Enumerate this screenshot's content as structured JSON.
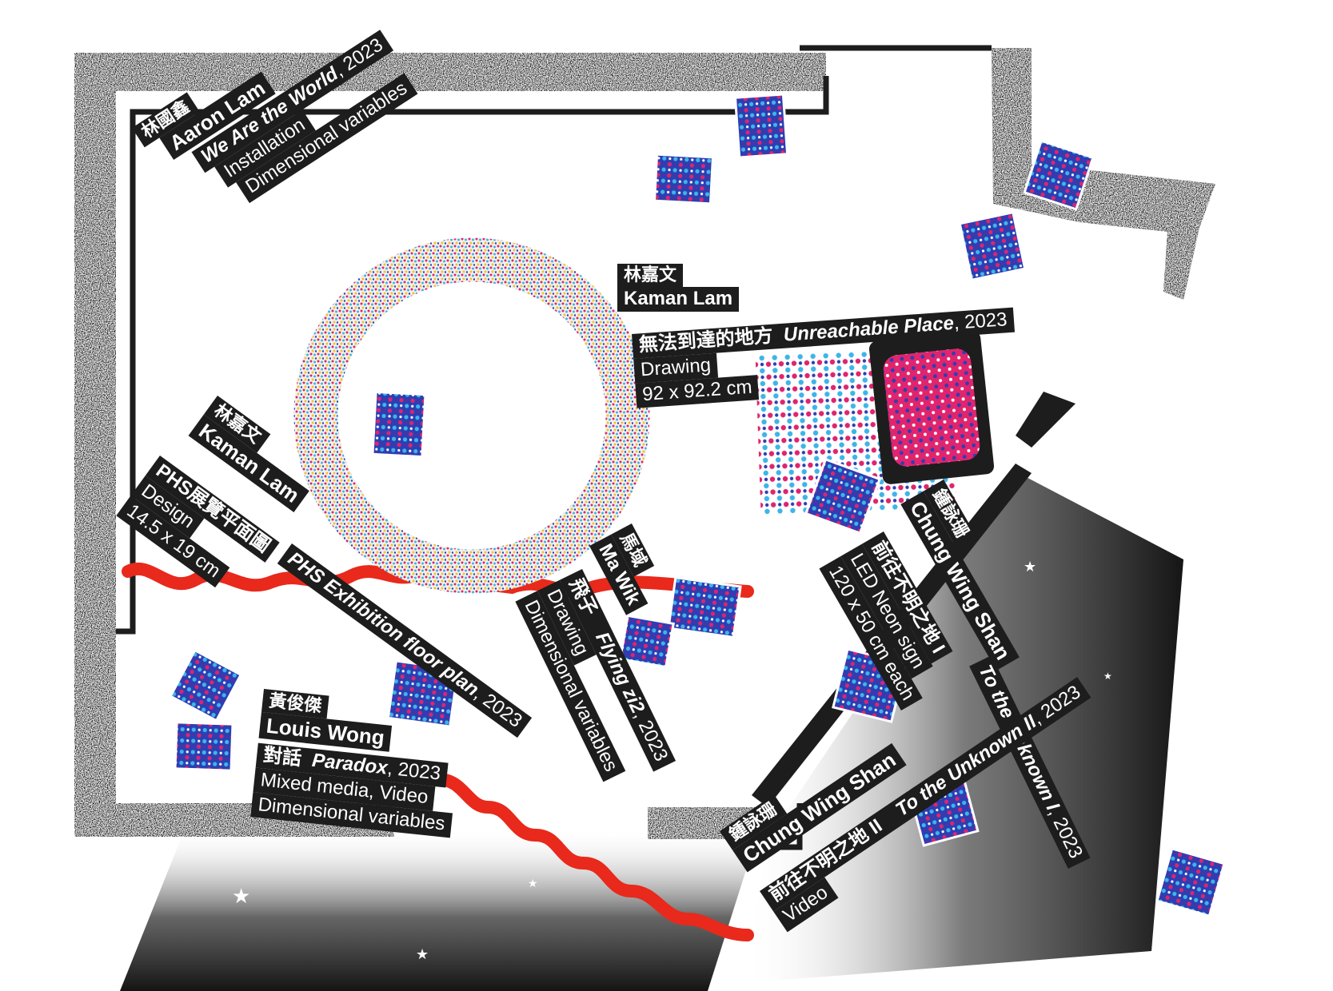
{
  "palette": {
    "ink": "#1d1d1d",
    "red": "#e8291c",
    "blue": "#2b3fb3",
    "magenta": "#e0246e",
    "cyan": "#3fb4e8",
    "white": "#ffffff"
  },
  "labels": {
    "aaron": {
      "cn": "林國鑫",
      "en": "Aaron Lam",
      "work": "We Are the World",
      "year": ", 2023",
      "medium": "Installation",
      "size": "Dimensional variables"
    },
    "kaman1": {
      "cn": "林嘉文",
      "en": "Kaman Lam",
      "work_cn": "無法到達的地方",
      "work": "Unreachable Place",
      "year": ", 2023",
      "medium": "Drawing",
      "size": "92 x 92.2 cm"
    },
    "kaman2": {
      "cn": "林嘉文",
      "en": "Kaman Lam",
      "work_cn": "PHS展覽平面圖",
      "medium": "Design",
      "size": "14.5 x 19 cm",
      "work": "PHS Exhibition floor plan",
      "year": ", 2023"
    },
    "mawik": {
      "cn": "馬域",
      "en": "Ma Wik",
      "work_cn": "飛子",
      "work": "Flying zi2",
      "year": ", 2023",
      "medium": "Drawing",
      "size": "Dimensional variables"
    },
    "louis": {
      "cn": "黃俊傑",
      "en": "Louis Wong",
      "work_cn": "對話",
      "work": "Paradox",
      "year": ", 2023",
      "medium": "Mixed media, Video",
      "size": "Dimensional variables"
    },
    "chung1": {
      "cn": "鍾詠珊",
      "en": "Chung Wing Shan",
      "work_cn": "前往不明之地 I",
      "work": "To the Unknown I",
      "year": ", 2023",
      "medium": "LED Neon sign",
      "size": "120 x 50 cm each"
    },
    "chung2": {
      "cn": "鍾詠珊",
      "en": "Chung Wing Shan",
      "work_cn": "前往不明之地 II",
      "work": "To the Unknown II",
      "year": ", 2023",
      "medium": "Video"
    }
  }
}
